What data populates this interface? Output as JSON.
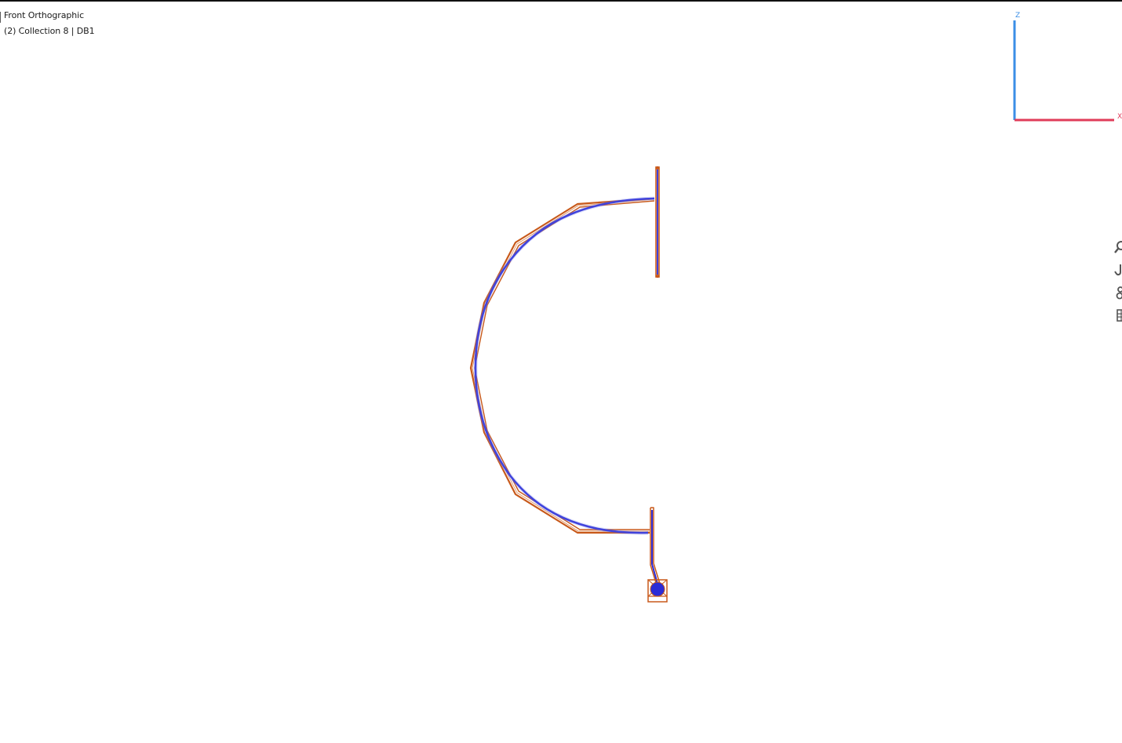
{
  "viewport": {
    "view_name": "Front Orthographic",
    "collection_info": "(2) Collection 8 | DB1"
  },
  "gizmo": {
    "z_label": "Z",
    "x_label": "X",
    "z_color": "#3a8ee6",
    "x_color": "#e03c5a"
  },
  "nav_tools": [
    {
      "name": "zoom-icon"
    },
    {
      "name": "pan-hand-icon"
    },
    {
      "name": "camera-icon"
    },
    {
      "name": "grid-icon"
    }
  ],
  "colors": {
    "wire": "#c8591a",
    "mesh": "#2b2bd6",
    "background": "#ffffff"
  }
}
